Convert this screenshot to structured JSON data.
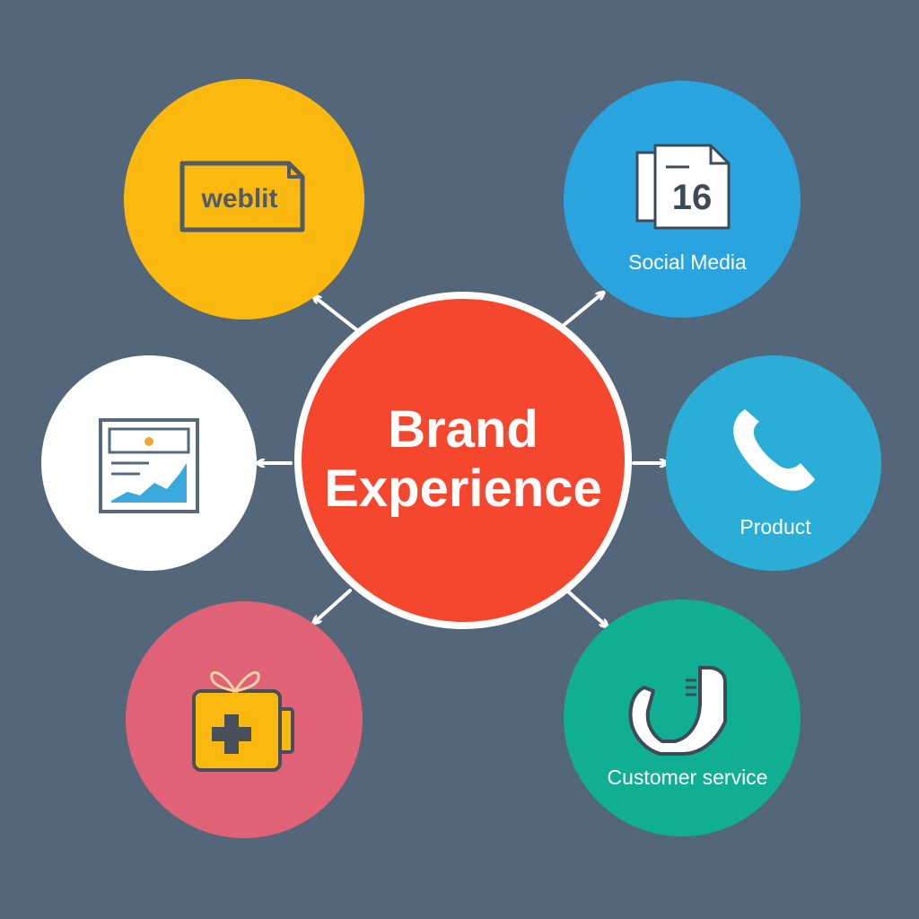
{
  "center": {
    "line1": "Brand",
    "line2": "Experience"
  },
  "nodes": {
    "website": {
      "icon_text": "weblit",
      "icon": "website-badge-icon"
    },
    "social": {
      "icon_text": "16",
      "label": "Social Media",
      "icon": "calendar-icon"
    },
    "analytics": {
      "icon": "chart-document-icon"
    },
    "product": {
      "label": "Product",
      "icon": "phone-icon"
    },
    "gift": {
      "icon": "gift-box-icon"
    },
    "customer": {
      "label": "Customer service",
      "icon": "telephone-handset-icon"
    }
  },
  "colors": {
    "background": "#546679",
    "center": "#f4472e",
    "website": "#fbb90f",
    "social": "#29a4de",
    "analytics": "#ffffff",
    "product": "#2aaed8",
    "gift": "#e06276",
    "customer": "#10ae93"
  }
}
